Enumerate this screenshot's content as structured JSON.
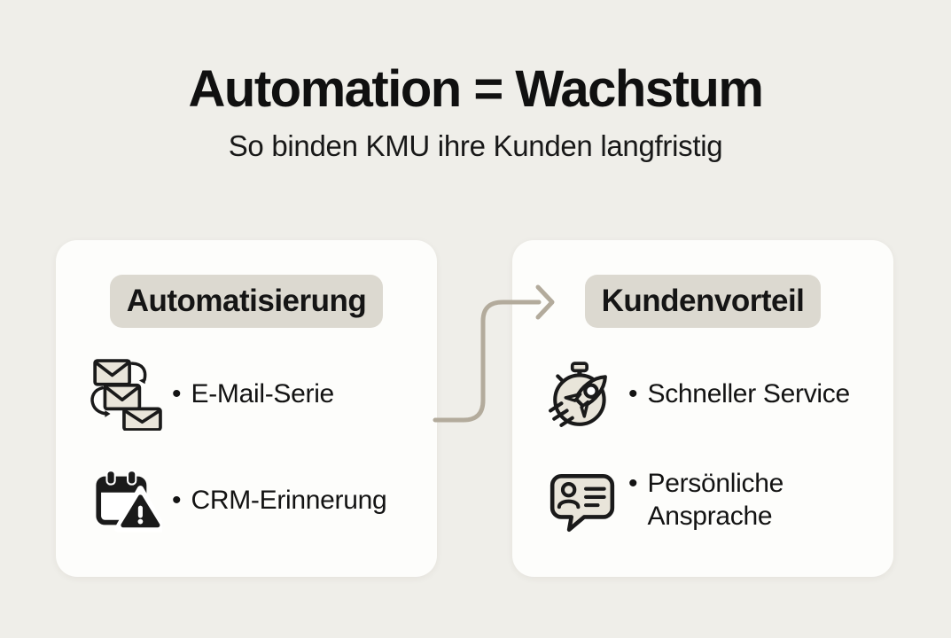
{
  "page": {
    "background_color": "#efeee9",
    "card_color": "#fdfdfb",
    "badge_color": "#dcd9d0",
    "arrow_color": "#b3ab9c",
    "text_color": "#141414",
    "icon_fill_color": "#e9e5da",
    "icon_stroke_color": "#1a1a1a"
  },
  "header": {
    "title": "Automation = Wachstum",
    "subtitle": "So binden KMU ihre Kunden langfristig"
  },
  "bullet": "•",
  "cards": [
    {
      "badge": "Automatisierung",
      "items": [
        {
          "icon": "email-series-icon",
          "label": "E-Mail-Serie"
        },
        {
          "icon": "calendar-alert-icon",
          "label": "CRM-Erinnerung"
        }
      ]
    },
    {
      "badge": "Kundenvorteil",
      "items": [
        {
          "icon": "rocket-stopwatch-icon",
          "label": "Schneller Service"
        },
        {
          "icon": "personal-chat-icon",
          "label": "Persönliche Ansprache"
        }
      ]
    }
  ],
  "connector": {
    "shape": "elbow-arrow",
    "direction": "left-to-right",
    "color": "#b3ab9c"
  }
}
